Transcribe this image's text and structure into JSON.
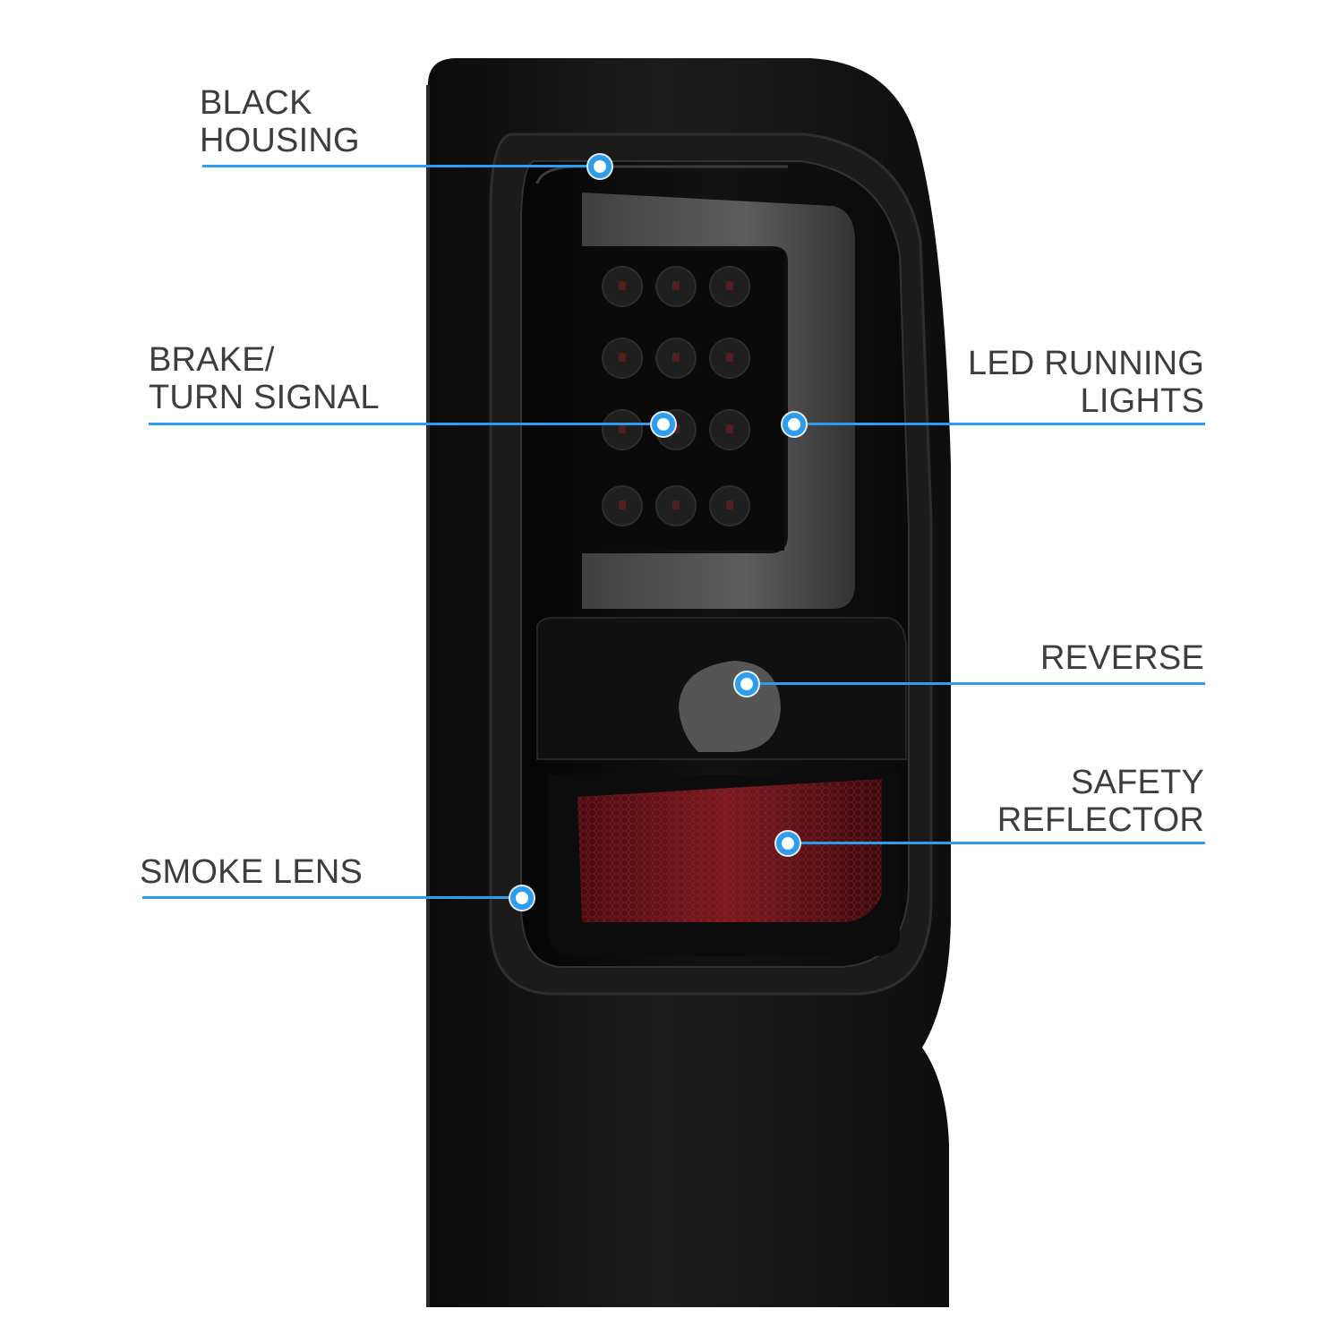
{
  "colors": {
    "accent": "#2b9ef0",
    "label_text": "#3d3d3d",
    "housing": "#161616",
    "reflector": "#7a1a20"
  },
  "callouts": {
    "black_housing": {
      "line1": "BLACK",
      "line2": "HOUSING"
    },
    "brake_turn": {
      "line1": "BRAKE/",
      "line2": "TURN SIGNAL"
    },
    "led_running": {
      "line1": "LED RUNNING",
      "line2": "LIGHTS"
    },
    "reverse": {
      "line1": "REVERSE"
    },
    "safety_reflector": {
      "line1": "SAFETY",
      "line2": "REFLECTOR"
    },
    "smoke_lens": {
      "line1": "SMOKE LENS"
    }
  }
}
